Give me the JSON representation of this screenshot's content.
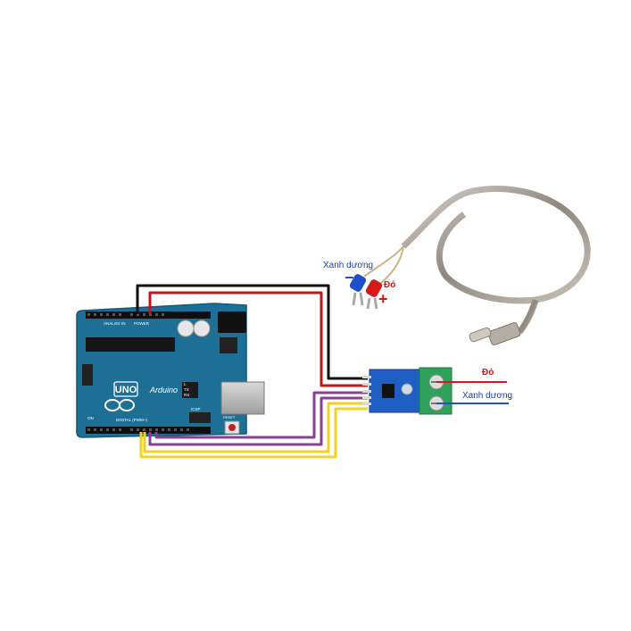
{
  "board": {
    "model": "UNO",
    "brand": "Arduino",
    "header_top": "ANALOG IN",
    "power_label": "POWER",
    "digital_label": "DIGITAL (PWM~)",
    "icsp_label": "ICSP",
    "reset_label": "RESET",
    "tx_label": "TX",
    "rx_label": "RX",
    "l_label": "L",
    "on_label": "ON"
  },
  "probe": {
    "minus_label": "Xanh dương",
    "plus_label": "Đỏ",
    "minus_sign": "−",
    "plus_sign": "+"
  },
  "terminal": {
    "red_label": "Đỏ",
    "blue_label": "Xanh dương"
  },
  "colors": {
    "board": "#1d6f95",
    "module": "#1f5fc4",
    "terminal_block": "#2ea15a",
    "wire_black": "#111111",
    "wire_red": "#c01818",
    "wire_purple": "#8a3f96",
    "wire_yellow": "#f2d21f",
    "probe_blue": "#1f4fc8",
    "probe_red": "#d21a1a"
  },
  "icons": [
    "arduino-infinity-logo",
    "usb-port",
    "dc-jack",
    "thermocouple-probe",
    "max6675-module"
  ]
}
